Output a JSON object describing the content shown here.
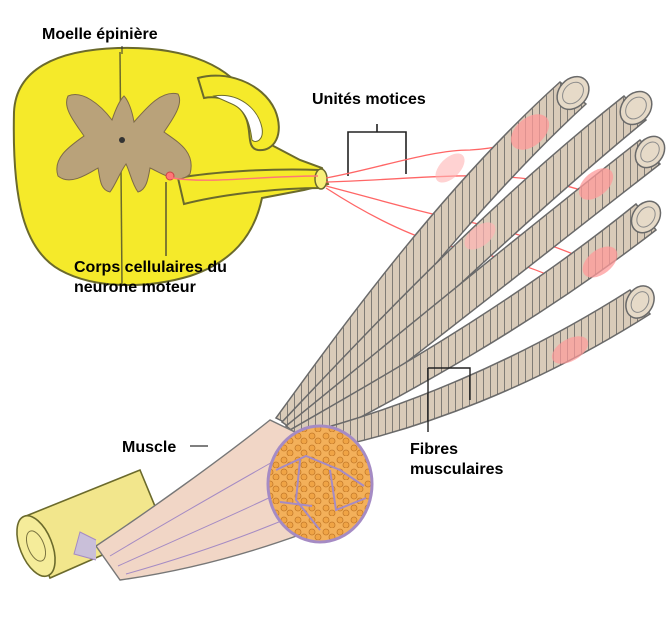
{
  "labels": {
    "spinal_cord": "Moelle épinière",
    "motor_units": "Unités motices",
    "cell_bodies_line1": "Corps cellulaires du",
    "cell_bodies_line2": "neurone moteur",
    "muscle": "Muscle",
    "fibres_line1": "Fibres",
    "fibres_line2": "musculaires"
  },
  "colors": {
    "spinal_cord": "#f5ea2a",
    "spinal_cord_outline": "#6b6a2c",
    "grey_matter": "#b9a27a",
    "fibre_body": "#d9cbb9",
    "fibre_stripe": "#4a4a4a",
    "motor_nerve": "#ff6666",
    "tendon": "#f2e68c",
    "muscle_sheath": "#f1d6c6",
    "fascicle_fill": "#f3b05a",
    "fascicle_border": "#a58bc4",
    "endplate": "#ff8a8a"
  }
}
